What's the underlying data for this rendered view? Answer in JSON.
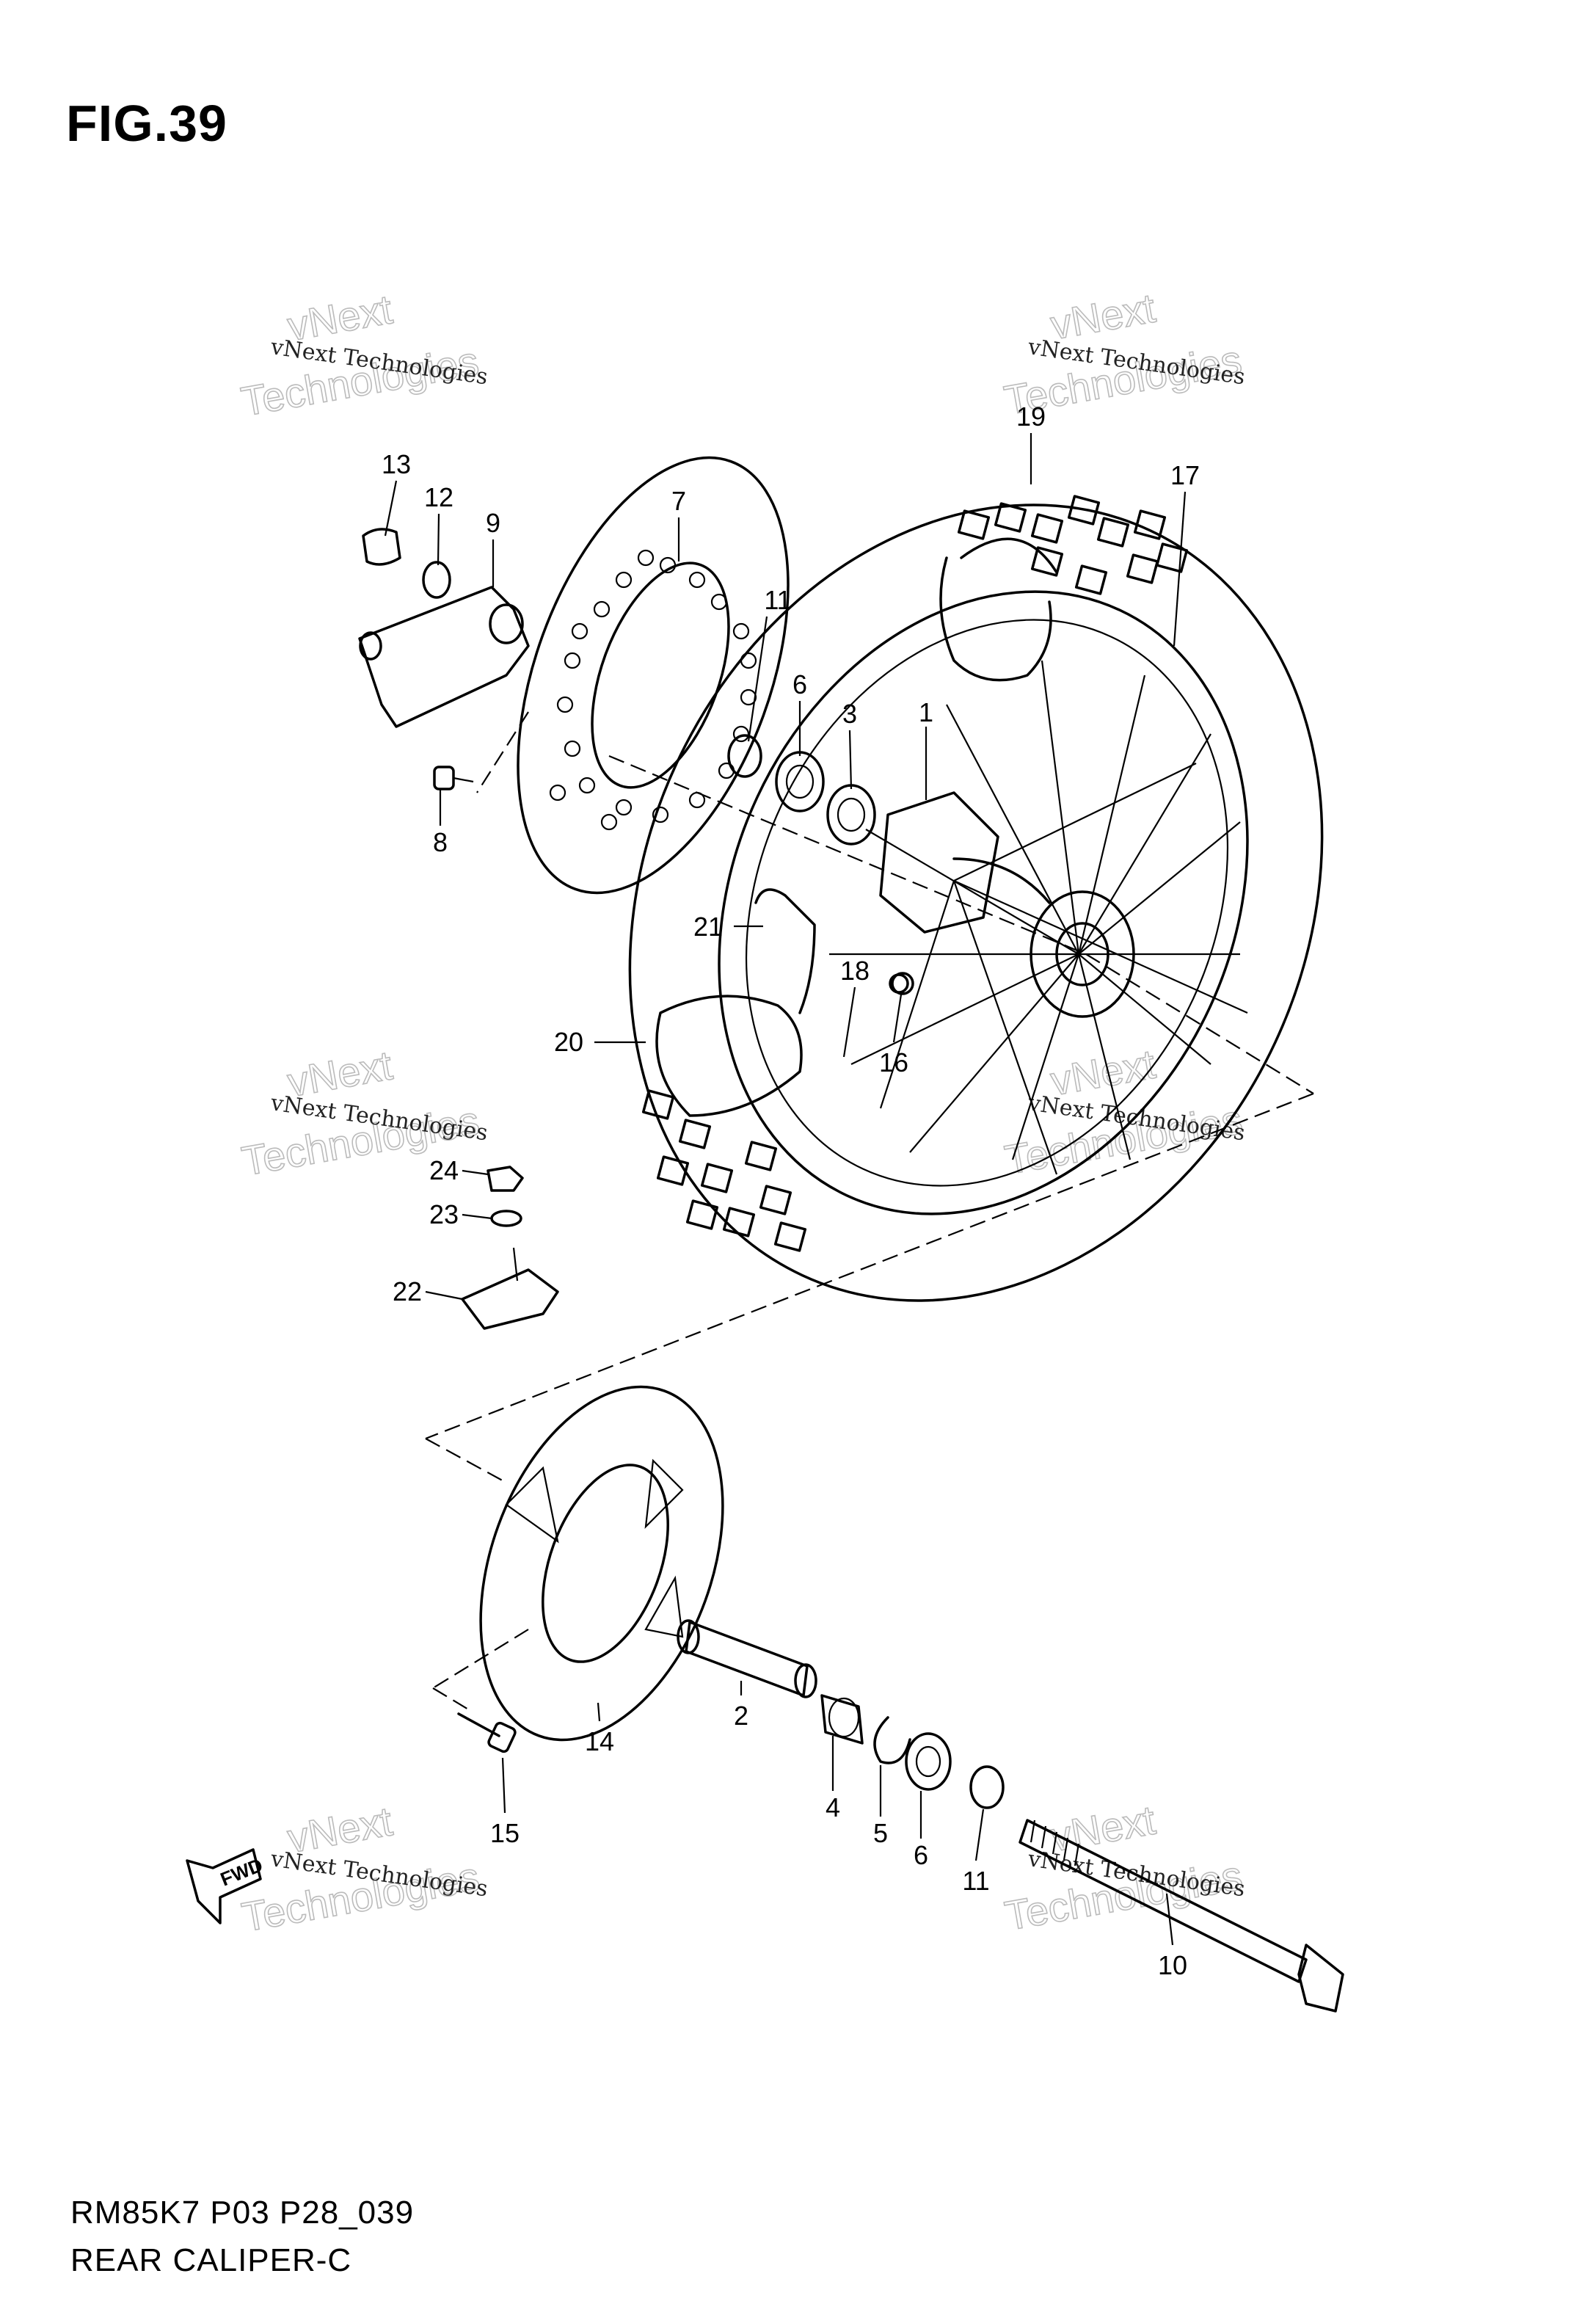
{
  "figure": {
    "title": "FIG.39",
    "model_line": "RM85K7 P03 P28_039",
    "section_name": "REAR CALIPER-C",
    "fwd_label": "FWD"
  },
  "watermark": {
    "line_small": "vNext Technologies",
    "big_1": "vNext",
    "big_2": "Technologies"
  },
  "callouts": [
    "1",
    "2",
    "3",
    "4",
    "5",
    "6",
    "6",
    "7",
    "8",
    "9",
    "10",
    "11",
    "11",
    "12",
    "13",
    "14",
    "15",
    "16",
    "17",
    "18",
    "19",
    "20",
    "21",
    "22",
    "23",
    "24"
  ]
}
